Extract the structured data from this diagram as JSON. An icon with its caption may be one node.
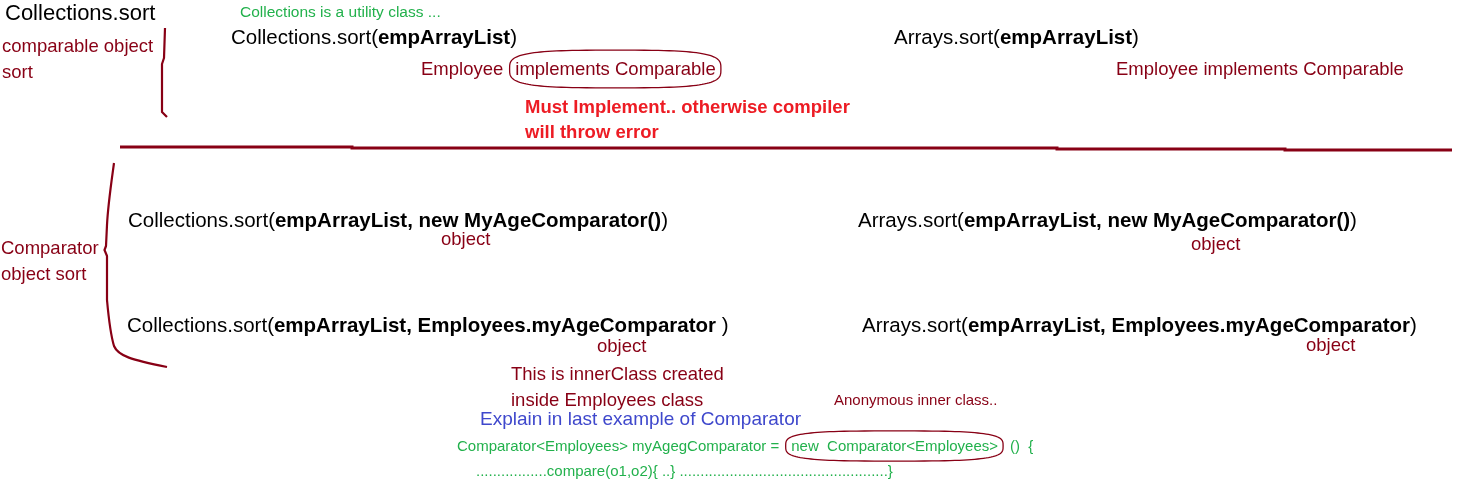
{
  "diagram": {
    "title": "Collections.sort",
    "nodes": [
      {
        "text": [
          "implements Comparable"
        ],
        "beside": [
          "Employee"
        ]
      },
      {
        "text": [
          "new  Comparator<Employees>"
        ],
        "beside": [
          "Anonymous inner class..",
          "Comparator<Employees> myAgegComparator =",
          "()  {"
        ]
      }
    ],
    "labels": [
      "Collections is a utility class ...",
      "comparable object sort",
      "Collections.sort(**empArrayList**)",
      "Arrays.sort(**empArrayList**)",
      "Employee implements Comparable",
      "Must Implement.. otherwise compiler will throw error",
      "Collections.sort(**empArrayList, new MyAgeComparator()**)",
      "Arrays.sort(**empArrayList, new MyAgeComparator()**)",
      "object",
      "Comparator object sort",
      "object",
      "Collections.sort(**empArrayList, Employees.myAgeComparator** )",
      "Arrays.sort(**empArrayList, Employees.myAgeComparator**)",
      "object",
      "object",
      "This is innerClass created inside Employees class",
      "Explain in last example of Comparator",
      ".................compare(o1,o2){ ..} ..................................................}"
    ]
  }
}
